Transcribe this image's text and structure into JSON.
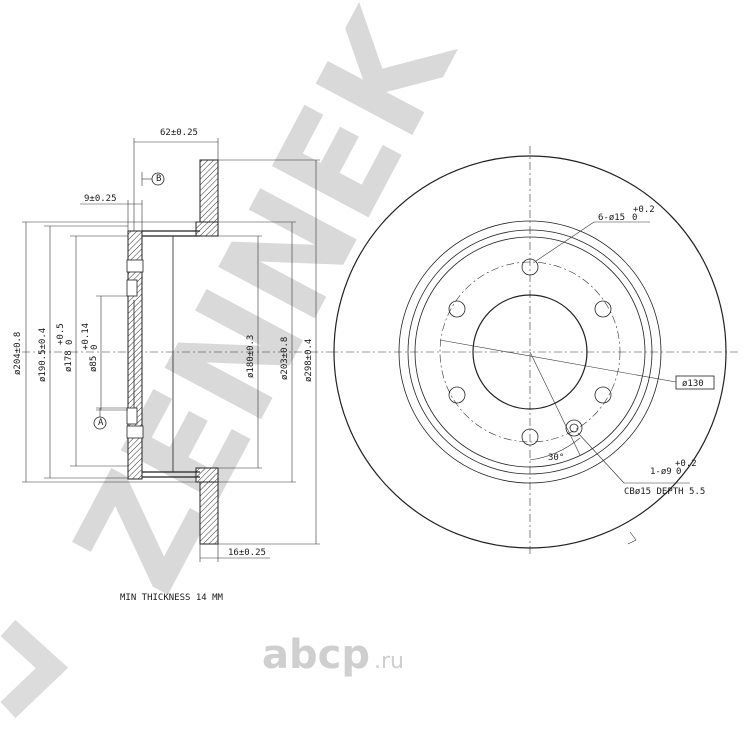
{
  "watermark": {
    "brand": "ZENNEK",
    "site_main": "abcp",
    "site_tld": ".ru"
  },
  "side_view": {
    "dims": {
      "width_62": "62±0.25",
      "offset_9": "9±0.25",
      "thickness_16": "16±0.25",
      "d204": "ø204±0.8",
      "d190": "ø190.5±0.4",
      "d178": "ø178",
      "d178_tol_top": "+0.5",
      "d178_tol_bot": "0",
      "d85": "ø85",
      "d85_tol_top": "+0.14",
      "d85_tol_bot": "0",
      "d180": "ø180±0.3",
      "d203": "ø203±0.8",
      "d298": "ø298±0.4"
    },
    "datum_a": "A",
    "datum_b": "B",
    "note": "MIN THICKNESS 14 MM"
  },
  "front_view": {
    "holes_label": "6-ø15",
    "holes_tol_top": "+0.2",
    "holes_tol_bot": "0",
    "pcd_label": "ø130",
    "angle_label": "30°",
    "hole1_label": "1-ø9",
    "hole1_tol_top": "+0.2",
    "hole1_tol_bot": "0",
    "cb_label": "CBø15 DEPTH 5.5"
  }
}
